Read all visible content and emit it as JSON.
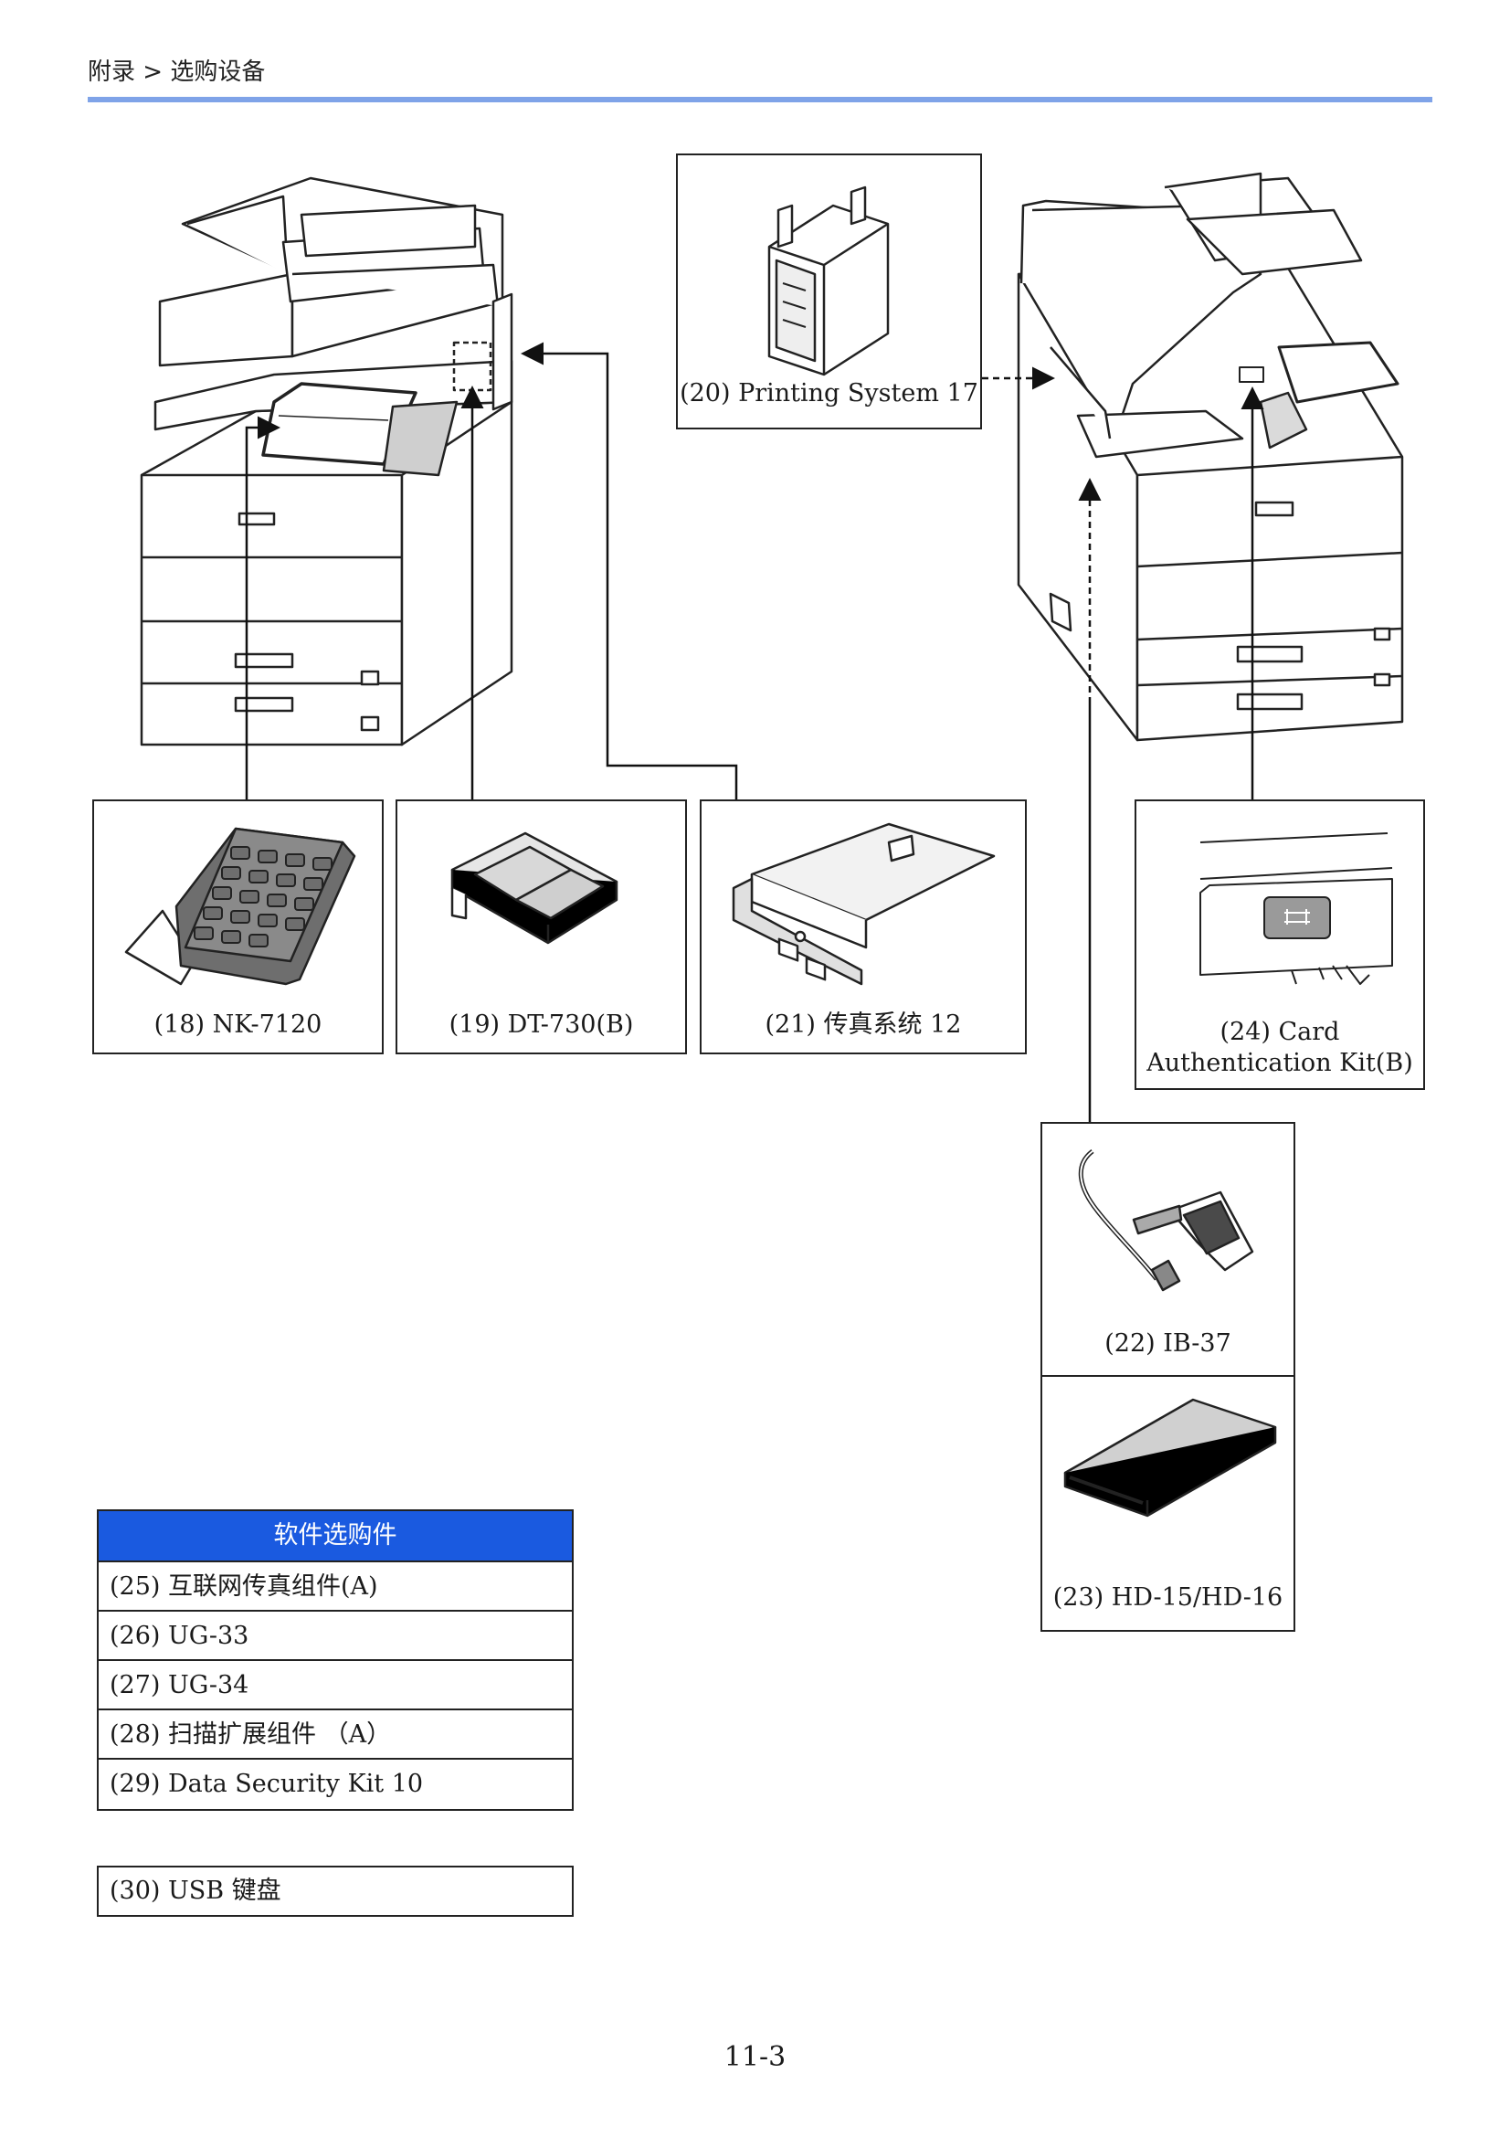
{
  "header": {
    "breadcrumb": "附录 > 选购设备",
    "rule_color": "#7fa3e8"
  },
  "options": {
    "nk": "(18) NK-7120",
    "dt": "(19) DT-730(B)",
    "ps": "(20) Printing System 17",
    "fax": "(21) 传真系统 12",
    "ib": "(22) IB-37",
    "hd": "(23) HD-15/HD-16",
    "card_line1": "(24) Card",
    "card_line2": "Authentication Kit(B)"
  },
  "software_table": {
    "header": "软件选购件",
    "header_color": "#1a5ae0",
    "rows": [
      "(25) 互联网传真组件(A)",
      "(26) UG-33",
      "(27) UG-34",
      "(28) 扫描扩展组件 （A）",
      "(29) Data Security Kit 10"
    ]
  },
  "usb_table": {
    "row": "(30) USB 键盘"
  },
  "footer": {
    "page_number": "11-3"
  }
}
